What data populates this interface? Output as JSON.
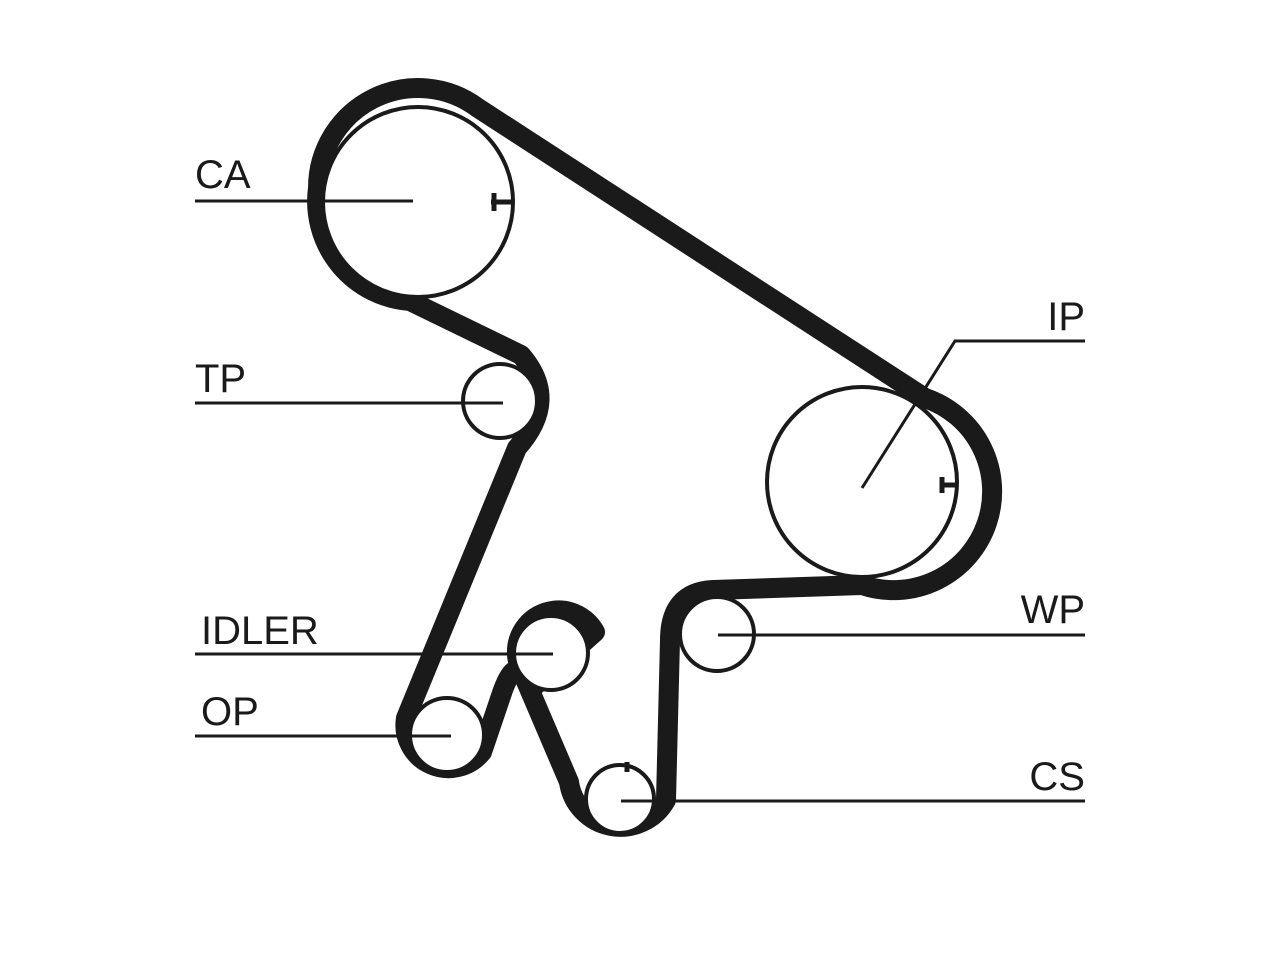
{
  "diagram": {
    "colors": {
      "belt": "#1a1a1a",
      "line": "#1a1a1a",
      "background": "#ffffff"
    },
    "labels": {
      "ca": "CA",
      "tp": "TP",
      "idler": "IDLER",
      "op": "OP",
      "ip": "IP",
      "wp": "WP",
      "cs": "CS"
    }
  }
}
